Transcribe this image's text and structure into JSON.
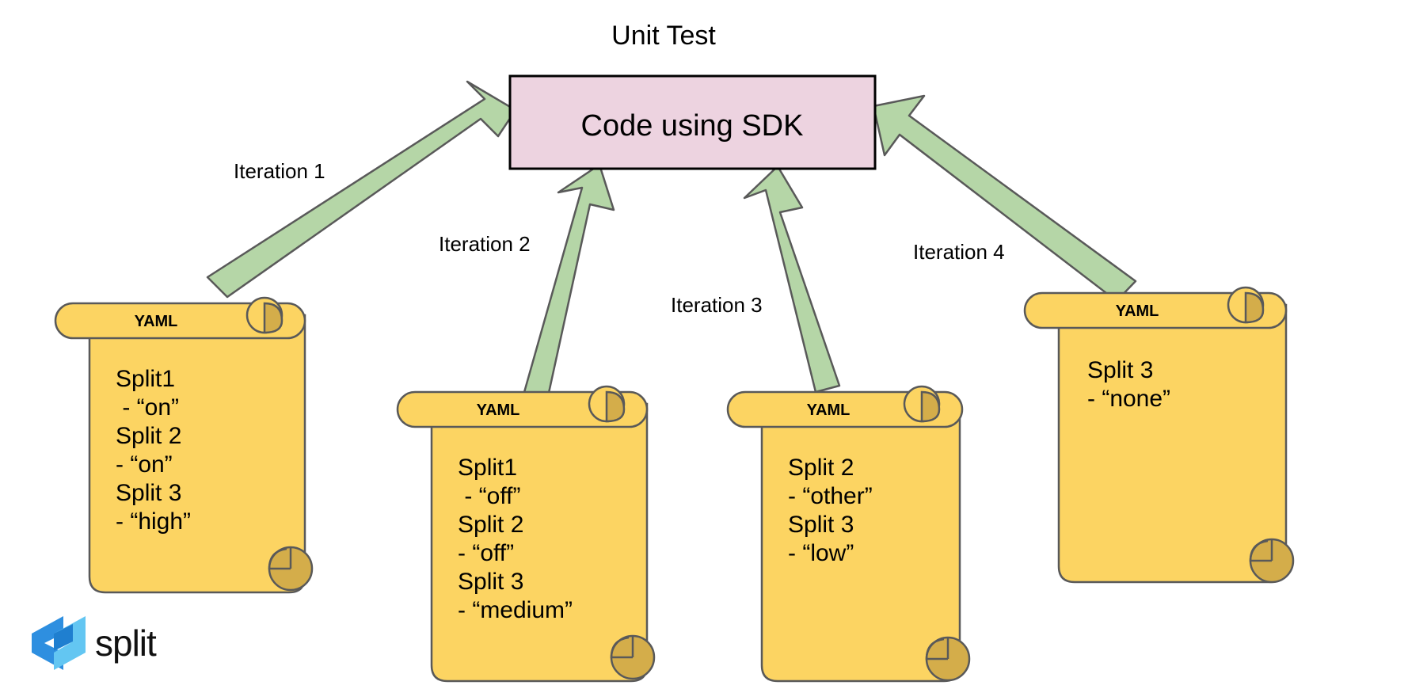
{
  "diagram": {
    "title": "Unit Test",
    "central_box": {
      "label": "Code using SDK",
      "fill": "#edd3e0",
      "stroke": "#000000"
    },
    "arrow_color": "#b5d6a7",
    "arrow_stroke": "#595959",
    "scroll_fill": "#fcd462",
    "scroll_curl_fill": "#d4ad4a",
    "scroll_stroke": "#595959",
    "edges": [
      {
        "label": "Iteration 1"
      },
      {
        "label": "Iteration 2"
      },
      {
        "label": "Iteration 3"
      },
      {
        "label": "Iteration 4"
      }
    ],
    "scrolls": [
      {
        "header": "YAML",
        "lines": [
          "Split1",
          " - “on”",
          "Split 2",
          "- “on”",
          "Split 3",
          "- “high”"
        ]
      },
      {
        "header": "YAML",
        "lines": [
          "Split1",
          " - “off”",
          "Split 2",
          "- “off”",
          "Split 3",
          "- “medium”"
        ]
      },
      {
        "header": "YAML",
        "lines": [
          "Split 2",
          "- “other”",
          "Split 3",
          "- “low”"
        ]
      },
      {
        "header": "YAML",
        "lines": [
          "Split 3",
          "- “none”"
        ]
      }
    ]
  },
  "logo": {
    "wordmark": "split",
    "mark_color_dark": "#2e8fe0",
    "mark_color_light": "#63c6f2"
  }
}
